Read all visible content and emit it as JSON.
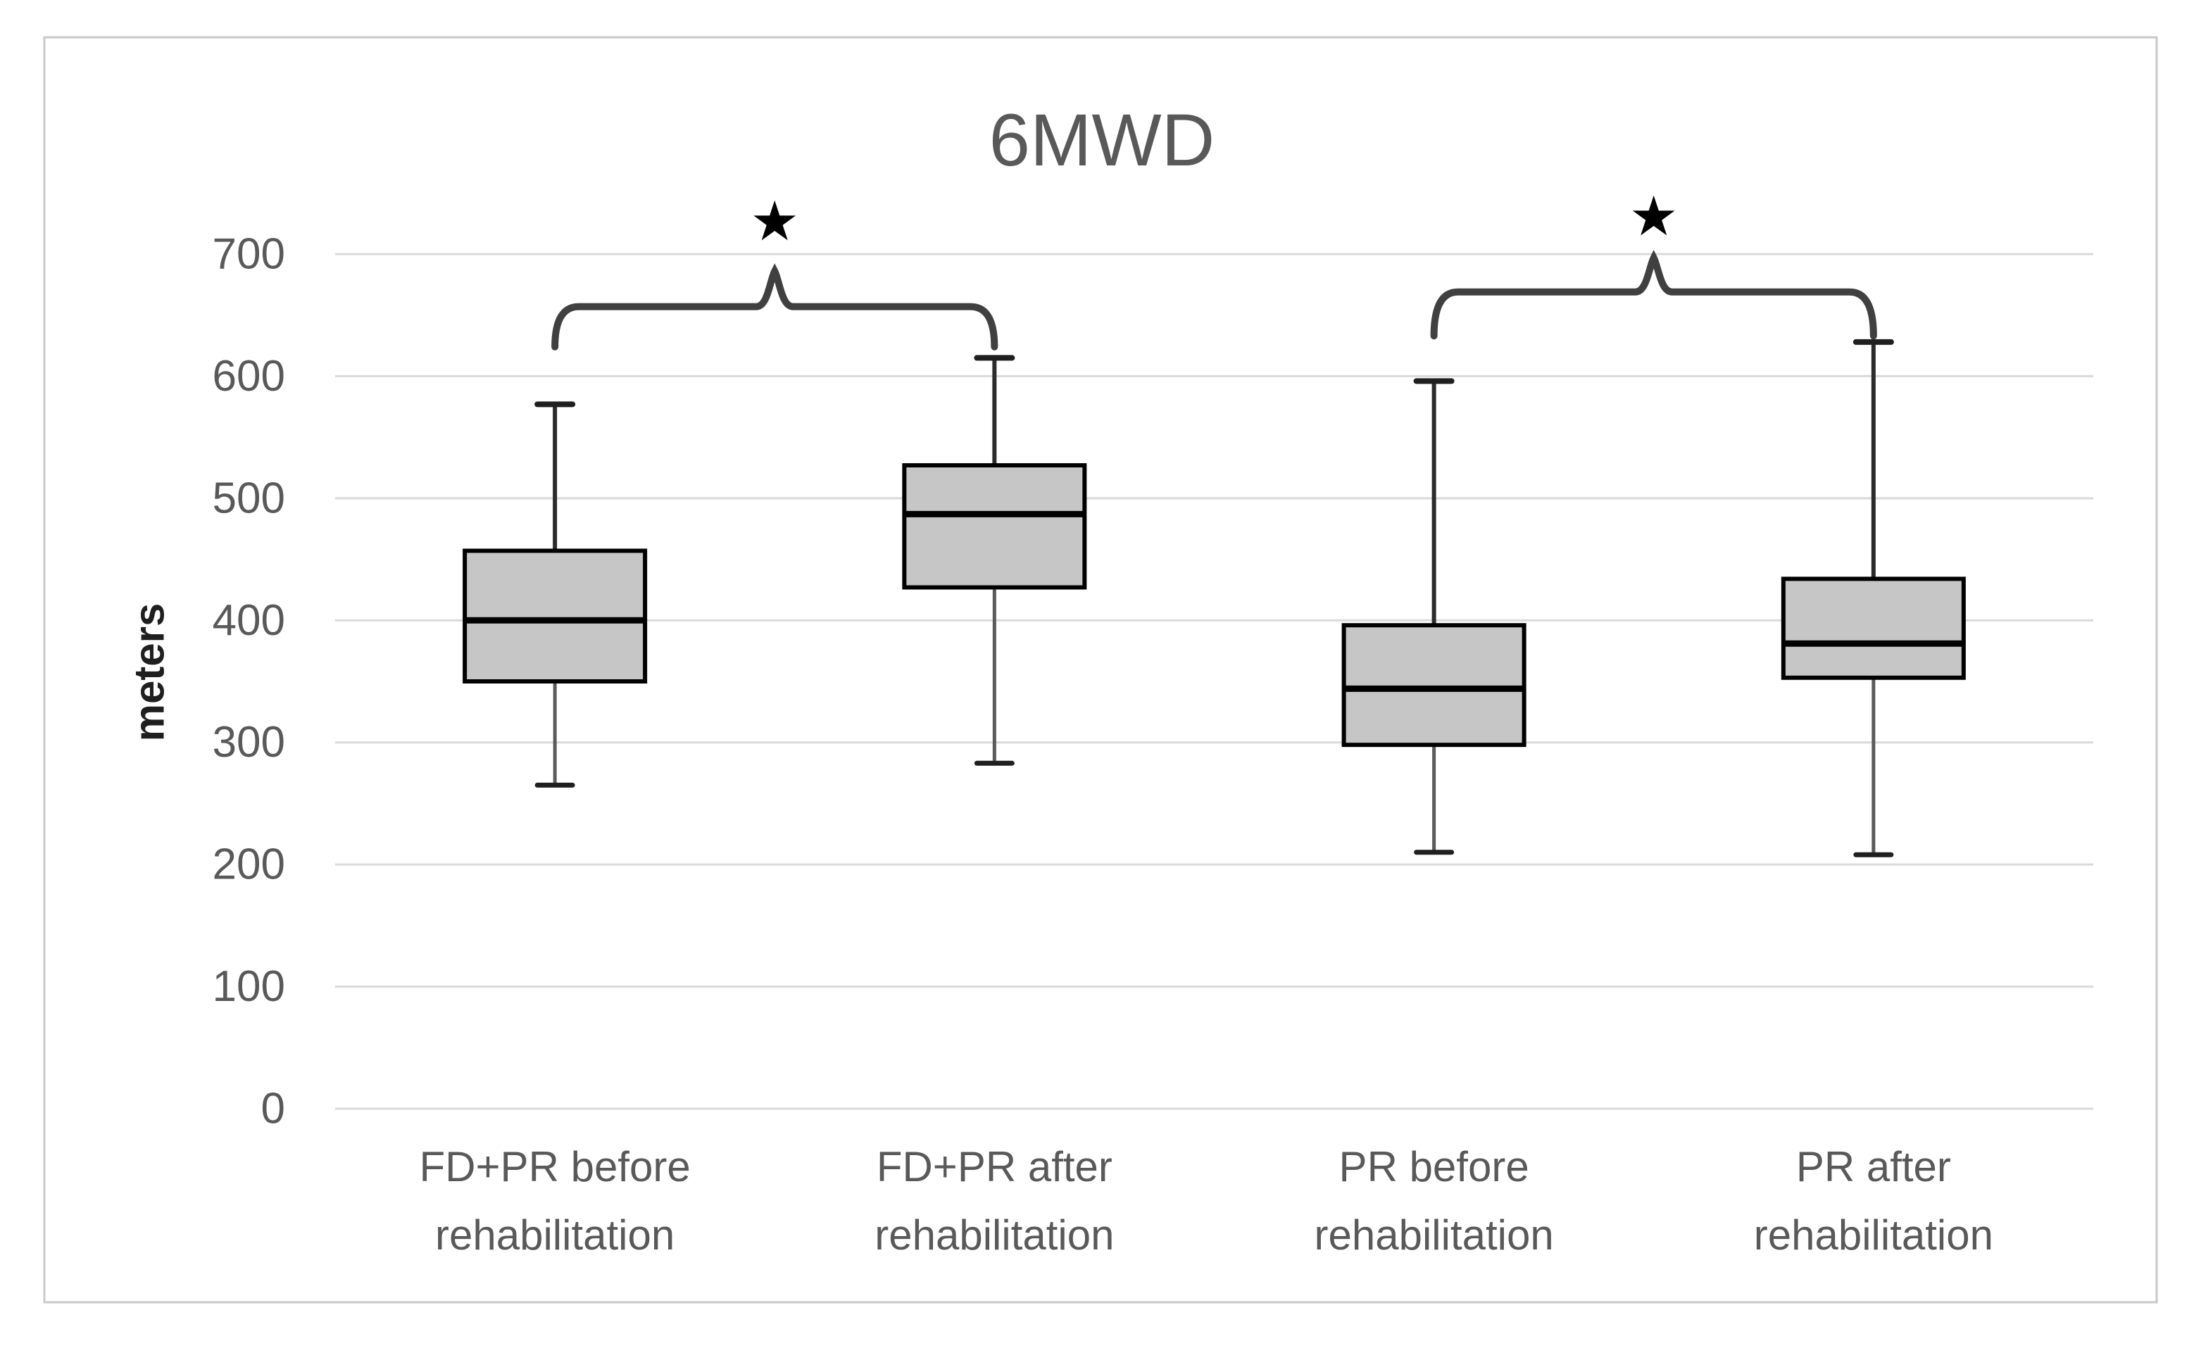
{
  "chart_data": {
    "type": "boxplot",
    "title": "6MWD",
    "ylabel": "meters",
    "ylim": [
      0,
      700
    ],
    "ytick_step": 100,
    "yticks": [
      0,
      100,
      200,
      300,
      400,
      500,
      600,
      700
    ],
    "grid": true,
    "legend": "none",
    "categories": [
      "FD+PR before rehabilitation",
      "FD+PR after rehabilitation",
      "PR before rehabilitation",
      "PR after rehabilitation"
    ],
    "category_label_lines": [
      [
        "FD+PR before",
        "rehabilitation"
      ],
      [
        "FD+PR after",
        "rehabilitation"
      ],
      [
        "PR before",
        "rehabilitation"
      ],
      [
        "PR after",
        "rehabilitation"
      ]
    ],
    "series": [
      {
        "name": "FD+PR before rehabilitation",
        "min": 265,
        "q1": 350,
        "median": 400,
        "q3": 457,
        "max": 577
      },
      {
        "name": "FD+PR after rehabilitation",
        "min": 283,
        "q1": 427,
        "median": 487,
        "q3": 527,
        "max": 615
      },
      {
        "name": "PR before rehabilitation",
        "min": 210,
        "q1": 298,
        "median": 344,
        "q3": 396,
        "max": 596
      },
      {
        "name": "PR after rehabilitation",
        "min": 208,
        "q1": 353,
        "median": 381,
        "q3": 434,
        "max": 628
      }
    ],
    "annotations": [
      {
        "type": "significance-bracket",
        "between": [
          0,
          1
        ],
        "label": "★",
        "bar_level": 657,
        "end_level": 624,
        "peak_level": 686,
        "star_level": 727
      },
      {
        "type": "significance-bracket",
        "between": [
          2,
          3
        ],
        "label": "★",
        "bar_level": 669,
        "end_level": 633,
        "peak_level": 697,
        "star_level": 731
      }
    ],
    "colors": {
      "box_fill": "#c6c6c6",
      "box_border": "#000000",
      "median": "#000000",
      "whisker_top": "#2b2b2b",
      "whisker_bottom": "#5a5a5a",
      "cap": "#1f1f1f",
      "gridline": "#d9d9d9",
      "tick_text": "#595959",
      "category_text": "#595959",
      "title_text": "#595959",
      "axis_label_text": "#1f1f1f",
      "bracket": "#404040",
      "star": "#000000",
      "frame_border": "#c9c9c9",
      "background": "#ffffff"
    }
  }
}
